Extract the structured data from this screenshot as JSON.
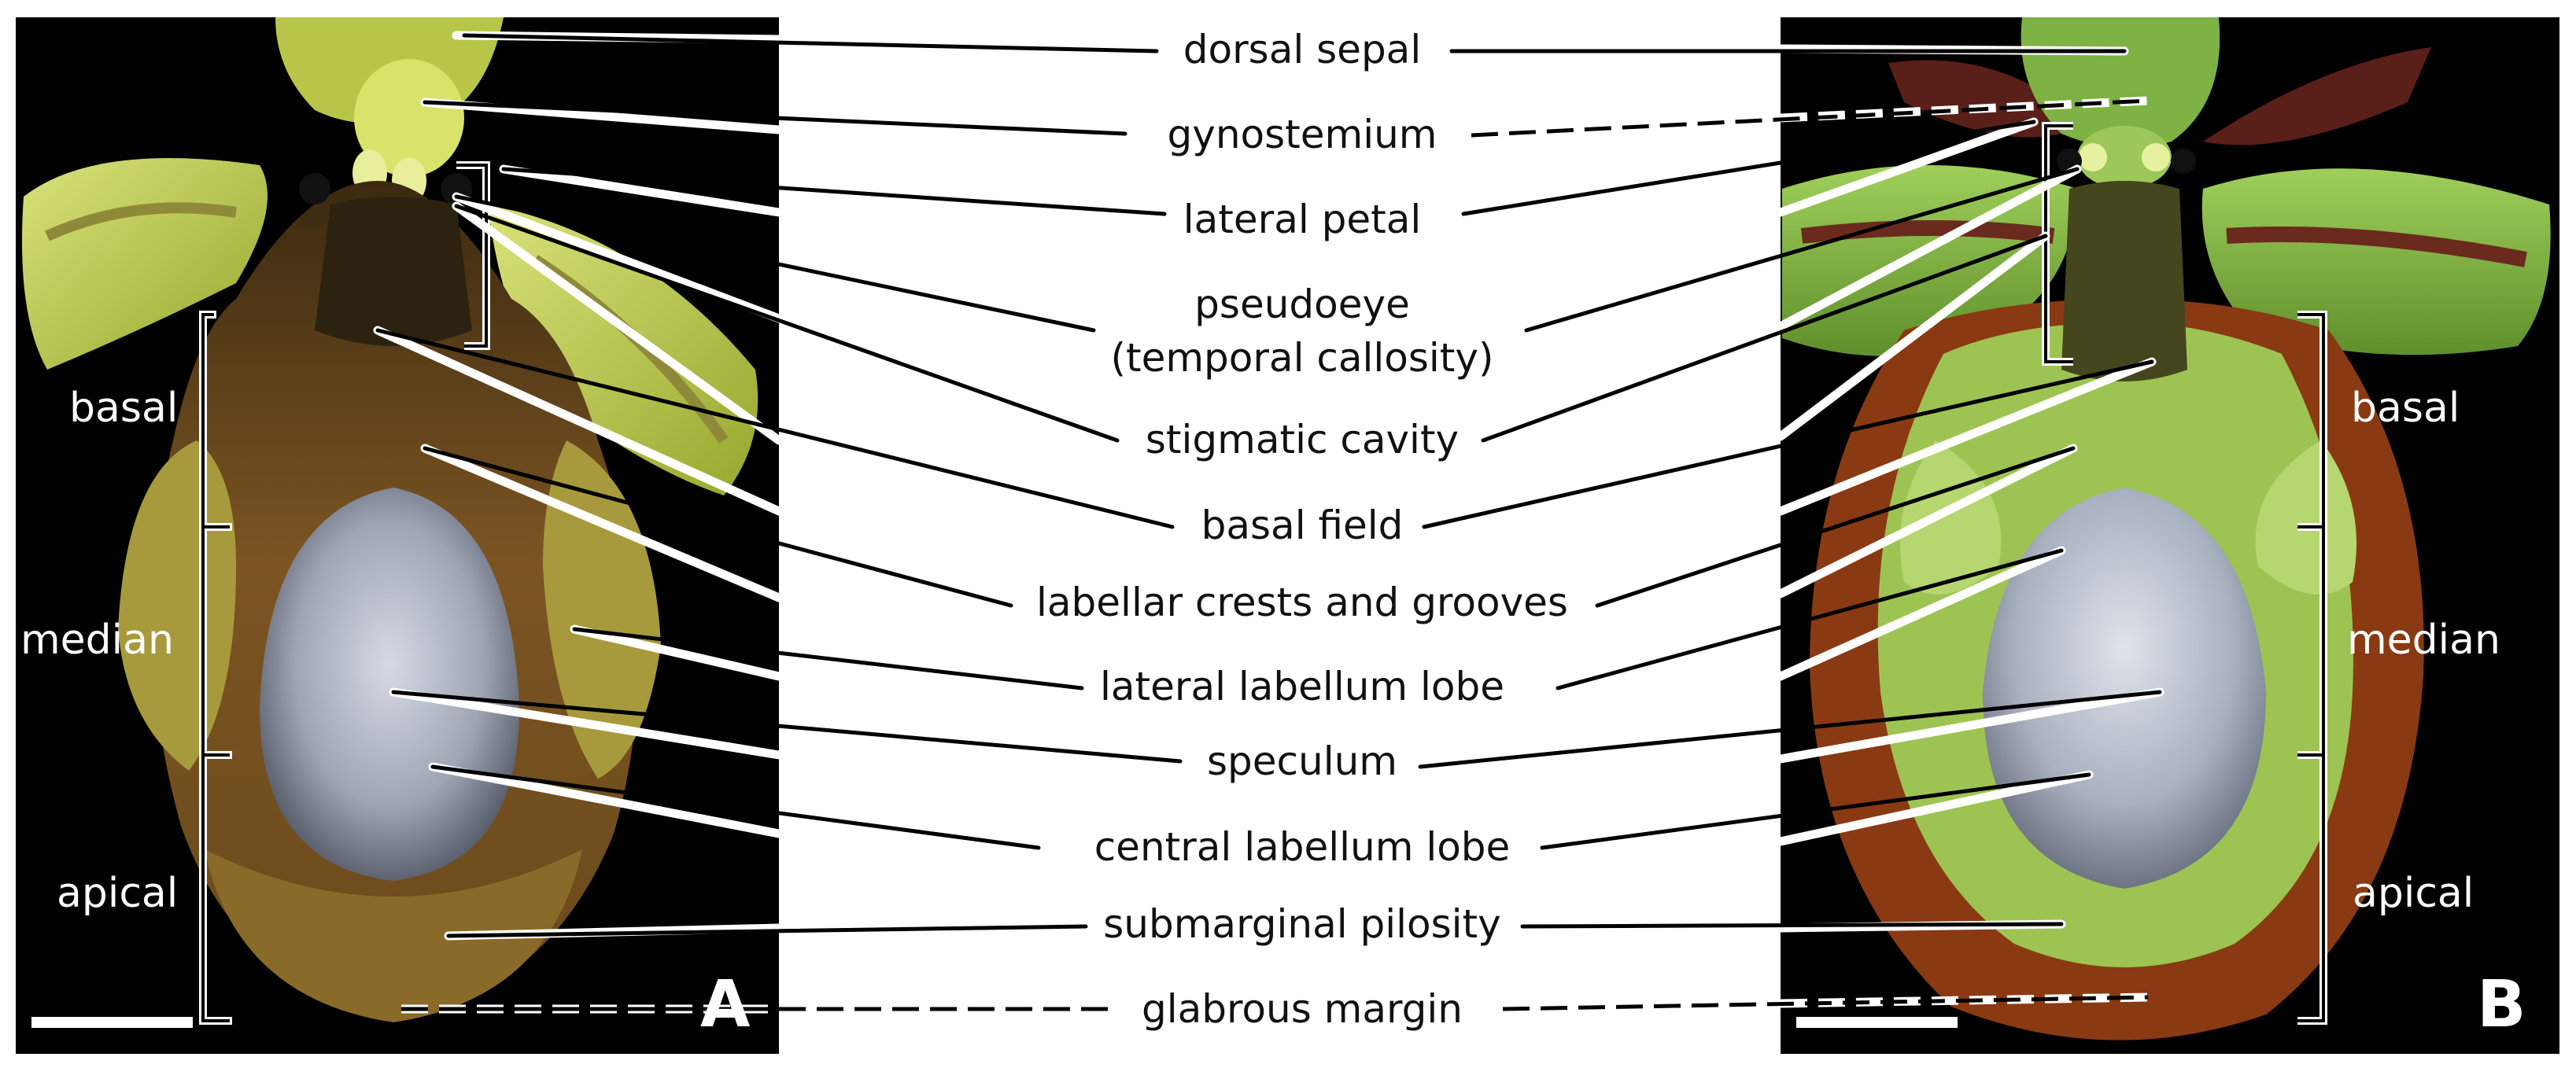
{
  "figure": {
    "panel_a_letter": "A",
    "panel_b_letter": "B",
    "structures": [
      "dorsal sepal",
      "gynostemium",
      "lateral petal",
      "pseudoeye",
      "(temporal callosity)",
      "stigmatic cavity",
      "basal field",
      "labellar crests and grooves",
      "lateral labellum lobe",
      "speculum",
      "central labellum lobe",
      "submarginal pilosity",
      "glabrous margin"
    ],
    "zones_left": [
      "basal",
      "median",
      "apical"
    ],
    "zones_right": [
      "basal",
      "median",
      "apical"
    ]
  },
  "colors": {
    "photo_background": "#000000",
    "panel_a_petals": "#b9c94a",
    "panel_a_labellum": "#6d4a1e",
    "panel_b_petals": "#7dae3c",
    "panel_b_labellum_fringe": "#8a3a12",
    "speculum": "#a9b0bf",
    "label_text": "#111111",
    "leader_line": "#000000"
  }
}
